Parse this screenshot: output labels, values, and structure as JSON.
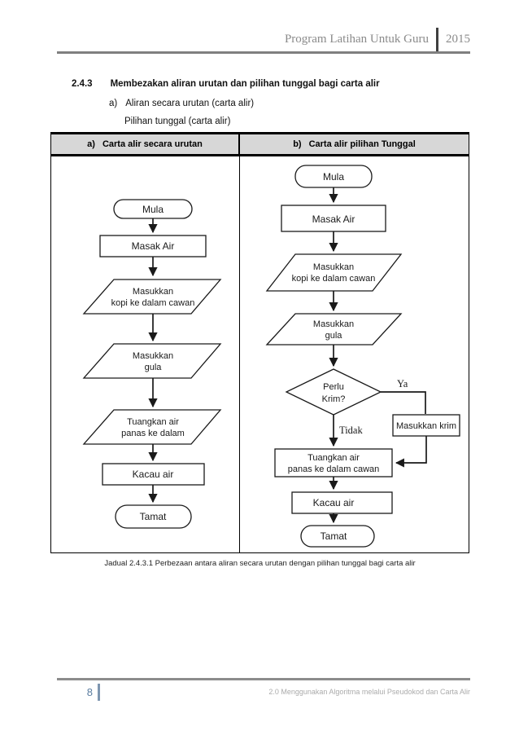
{
  "header": {
    "title": "Program Latihan Untuk Guru",
    "year": "2015"
  },
  "section": {
    "number": "2.4.3",
    "title": "Membezakan aliran urutan dan pilihan tunggal bagi carta alir",
    "item_marker": "a)",
    "item1": "Aliran secara urutan (carta alir)",
    "item2": "Pilihan tunggal (carta alir)"
  },
  "table": {
    "headers": [
      {
        "prefix": "a)",
        "label": "Carta alir secara urutan"
      },
      {
        "prefix": "b)",
        "label": "Carta alir pilihan Tunggal"
      }
    ],
    "caption": "Jadual 2.4.3.1 Perbezaan antara aliran secara urutan dengan pilihan tunggal bagi carta alir"
  },
  "flowchart_a": {
    "nodes": [
      {
        "shape": "terminator",
        "lines": [
          "Mula"
        ]
      },
      {
        "shape": "process",
        "lines": [
          "Masak Air"
        ]
      },
      {
        "shape": "io",
        "lines": [
          "Masukkan",
          "kopi ke dalam cawan"
        ]
      },
      {
        "shape": "io",
        "lines": [
          "Masukkan",
          "gula"
        ]
      },
      {
        "shape": "io",
        "lines": [
          "Tuangkan air",
          "panas ke dalam"
        ]
      },
      {
        "shape": "process",
        "lines": [
          "Kacau air"
        ]
      },
      {
        "shape": "terminator",
        "lines": [
          "Tamat"
        ]
      }
    ],
    "edges": [
      "Mula→Masak Air→Masukkan kopi ke dalam cawan→Masukkan gula→Tuangkan air panas ke dalam→Kacau air→Tamat"
    ]
  },
  "flowchart_b": {
    "nodes": [
      {
        "shape": "terminator",
        "lines": [
          "Mula"
        ]
      },
      {
        "shape": "process",
        "lines": [
          "Masak Air"
        ]
      },
      {
        "shape": "io",
        "lines": [
          "Masukkan",
          "kopi ke dalam cawan"
        ]
      },
      {
        "shape": "io",
        "lines": [
          "Masukkan",
          "gula"
        ]
      },
      {
        "shape": "decision",
        "lines": [
          "Perlu",
          "Krim?"
        ]
      },
      {
        "shape": "process",
        "lines": [
          "Masukkan krim"
        ]
      },
      {
        "shape": "process",
        "lines": [
          "Tuangkan air",
          "panas ke dalam cawan"
        ]
      },
      {
        "shape": "process",
        "lines": [
          "Kacau air"
        ]
      },
      {
        "shape": "terminator",
        "lines": [
          "Tamat"
        ]
      }
    ],
    "branch_labels": {
      "yes": "Ya",
      "no": "Tidak"
    },
    "edges": [
      "Mula→Masak Air→Masukkan kopi→Masukkan gula→Perlu Krim?",
      "Perlu Krim?—Ya→Masukkan krim→Tuangkan air panas ke dalam cawan",
      "Perlu Krim?—Tidak→Tuangkan air panas ke dalam cawan→Kacau air→Tamat"
    ]
  },
  "footer": {
    "page_number": "8",
    "text": "2.0 Menggunakan Algoritma melalui Pseudokod dan Carta Alir"
  }
}
